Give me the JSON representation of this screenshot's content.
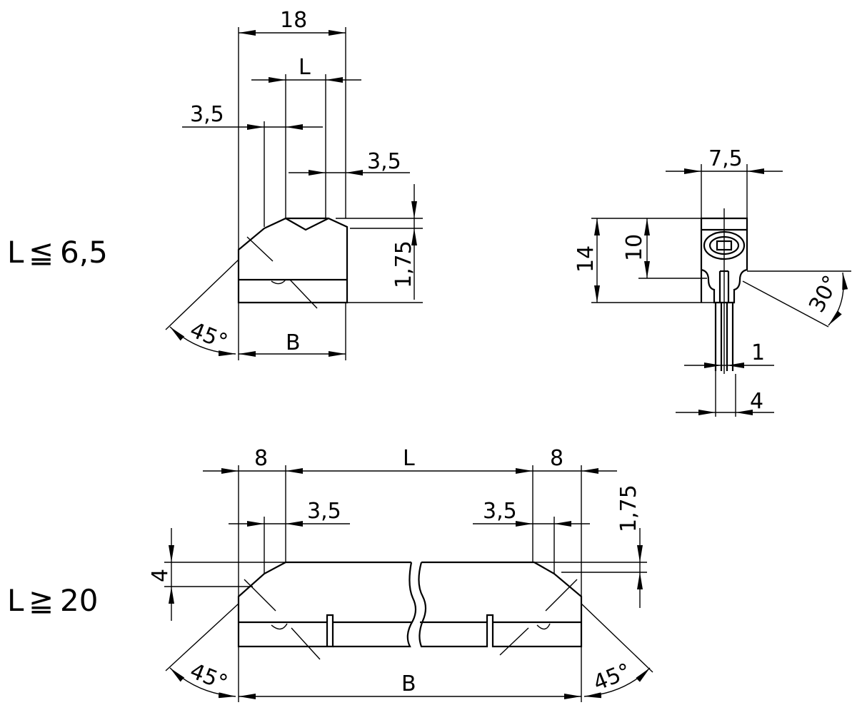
{
  "colors": {
    "ink": "#000000",
    "background": "#ffffff"
  },
  "top_view": {
    "condition": {
      "text": "L",
      "symbol": "≦",
      "value": "6,5"
    },
    "dims": {
      "width_18": "18",
      "length_L": "L",
      "chamfer_left": "3,5",
      "chamfer_right": "3,5",
      "step": "1,75",
      "angle": "45°",
      "base_B": "B"
    }
  },
  "side_view": {
    "dims": {
      "width": "7,5",
      "height": "14",
      "inner_height": "10",
      "angle": "30°",
      "pin": "1",
      "pin_spacing": "4"
    }
  },
  "bottom_view": {
    "condition": {
      "text": "L",
      "symbol": "≧",
      "value": "20"
    },
    "dims": {
      "end_left": "8",
      "length_L": "L",
      "end_right": "8",
      "chamfer_left": "3,5",
      "chamfer_right": "3,5",
      "step": "1,75",
      "height": "4",
      "angle_left": "45°",
      "angle_right": "45°",
      "base_B": "B"
    }
  }
}
